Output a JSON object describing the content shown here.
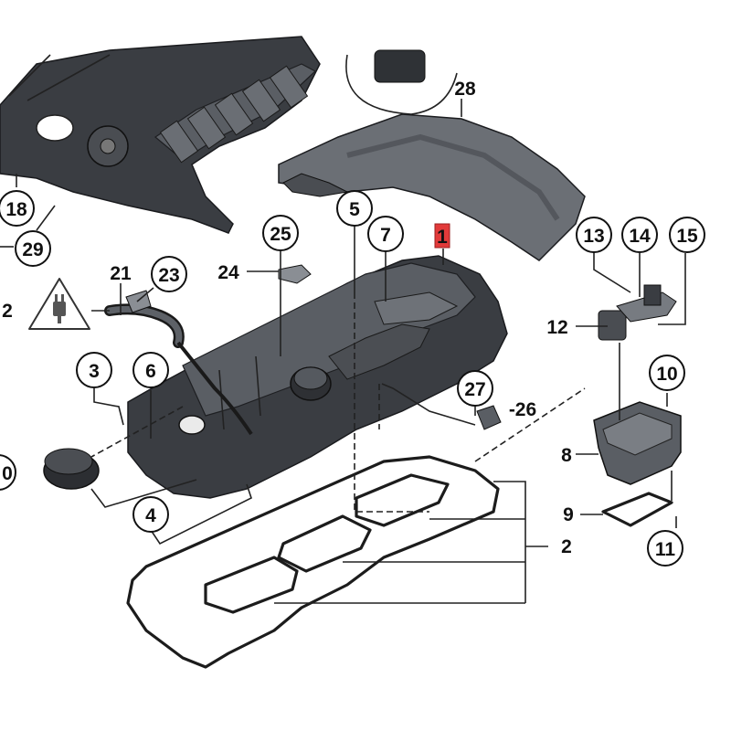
{
  "callouts": {
    "c1": "1",
    "c2a": "2",
    "c2b": "2",
    "c3": "3",
    "c4": "4",
    "c5": "5",
    "c6": "6",
    "c7": "7",
    "c8": "8",
    "c9": "9",
    "c10": "10",
    "c10b": "0",
    "c11": "11",
    "c12": "12",
    "c13": "13",
    "c14": "14",
    "c15": "15",
    "c18": "18",
    "c21": "21",
    "c23": "23",
    "c24": "24",
    "c25": "25",
    "c26": "-26",
    "c27": "27",
    "c28": "28",
    "c29": "29"
  },
  "colors": {
    "highlight": "#e23a3a",
    "part_dark": "#3a3d42",
    "line": "#222222"
  },
  "icons": {
    "warning": "electrical-connector-warning-icon"
  }
}
